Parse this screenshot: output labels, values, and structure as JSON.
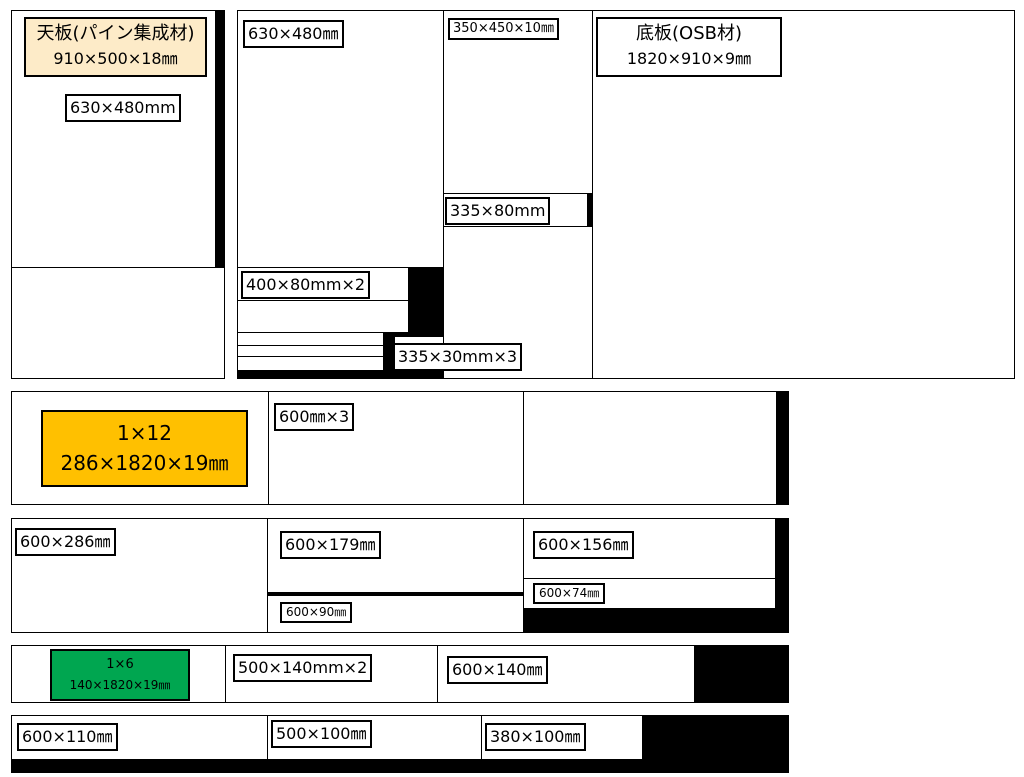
{
  "top_board": {
    "title_line1": "天板(パイン集成材)",
    "title_line2": "910×500×18㎜",
    "title_bg": "#fdebc8",
    "piece_a": "630×480mm"
  },
  "middle_group": {
    "piece_a": "630×480㎜",
    "piece_b": "400×80mm×2",
    "piece_c": "335×30mm×3",
    "piece_d": "350×450×10㎜",
    "piece_e": "335×80mm"
  },
  "bottom_board": {
    "title_line1": "底板(OSB材)",
    "title_line2": "1820×910×9㎜"
  },
  "board_1x12": {
    "title_line1": "1×12",
    "title_line2": "286×1820×19㎜",
    "title_bg": "#ffc000",
    "piece_a": "600㎜×3"
  },
  "board_row2": {
    "piece_a": "600×286㎜",
    "piece_b": "600×179㎜",
    "piece_c": "600×156㎜",
    "piece_d": "600×90㎜",
    "piece_e": "600×74㎜"
  },
  "board_1x6": {
    "title_line1": "1×6",
    "title_line2": "140×1820×19㎜",
    "title_bg": "#00a650",
    "piece_a": "500×140mm×2",
    "piece_b": "600×140㎜"
  },
  "board_row4": {
    "piece_a": "600×110㎜",
    "piece_b": "500×100㎜",
    "piece_c": "380×100㎜"
  }
}
